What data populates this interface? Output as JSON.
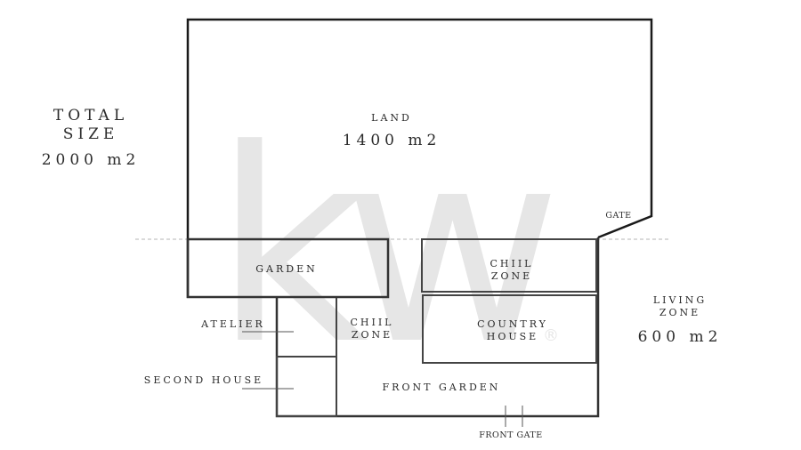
{
  "watermark": {
    "text": "kw",
    "registered_mark": "®"
  },
  "total_size": {
    "line1": "TOTAL",
    "line2": "SIZE",
    "value": "2000 m2"
  },
  "land": {
    "label": "LAND",
    "value": "1400 m2",
    "gate": "GATE"
  },
  "living_zone": {
    "line1": "LIVING",
    "line2": "ZONE",
    "value": "600 m2"
  },
  "rooms": {
    "garden": "GARDEN",
    "chill_zone_top": {
      "line1": "CHIIL",
      "line2": "ZONE"
    },
    "chill_zone_mid": {
      "line1": "CHIIL",
      "line2": "ZONE"
    },
    "country_house": {
      "line1": "COUNTRY",
      "line2": "HOUSE"
    },
    "atelier": "ATELIER",
    "second_house": "SECOND HOUSE",
    "front_garden": "FRONT GARDEN",
    "front_gate": "FRONT GATE"
  },
  "colors": {
    "outline": "#1a1a1a",
    "inner": "#4a4a4a",
    "dashed": "#b5b5b5",
    "watermark": "#e6e6e6"
  }
}
